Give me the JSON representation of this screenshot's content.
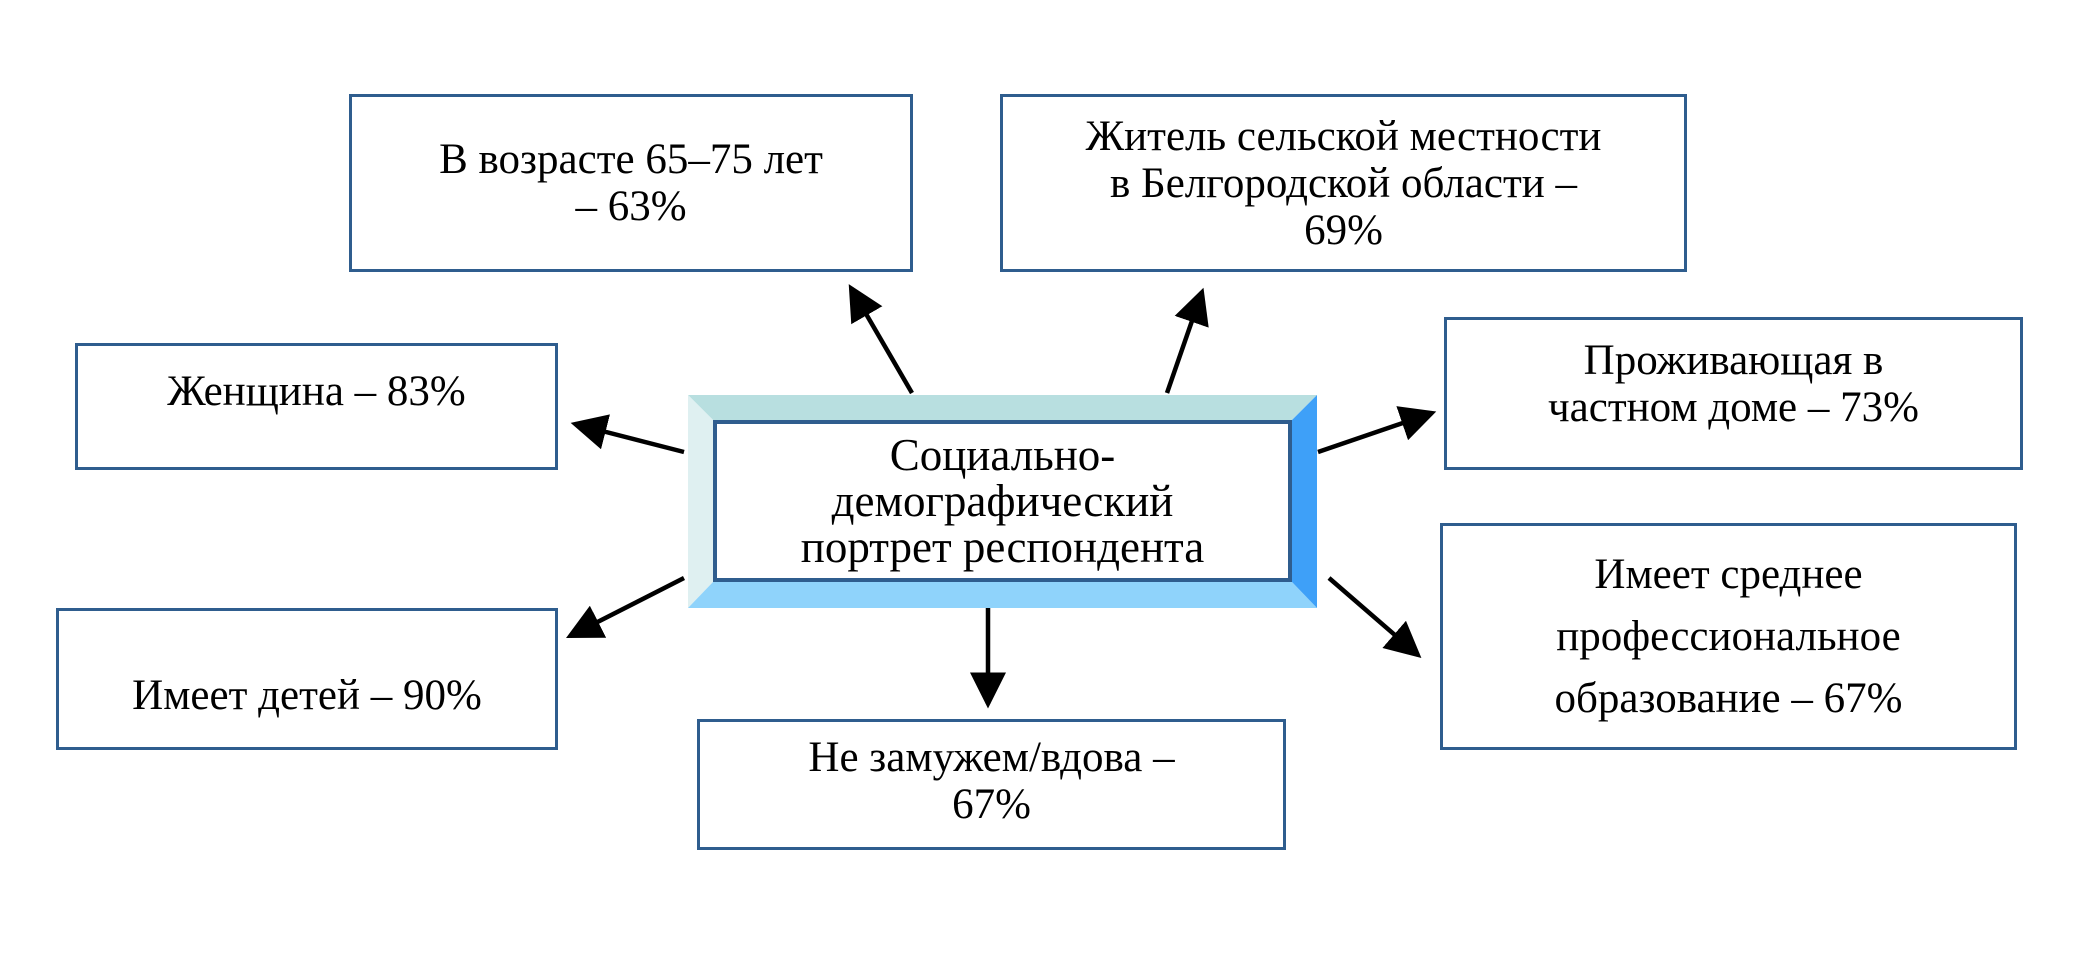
{
  "diagram": {
    "center": {
      "label": "Социально-\nдемографический\nпортрет респондента"
    },
    "nodes": [
      {
        "id": "age",
        "label": "В возрасте 65–75 лет\n– 63%",
        "percent": 63
      },
      {
        "id": "rural",
        "label": "Житель сельской местности\nв Белгородской области –\n69%",
        "percent": 69
      },
      {
        "id": "woman",
        "label": "Женщина – 83%",
        "percent": 83
      },
      {
        "id": "private-house",
        "label": "Проживающая в\nчастном доме – 73%",
        "percent": 73
      },
      {
        "id": "children",
        "label": "Имеет детей  – 90%",
        "percent": 90
      },
      {
        "id": "education",
        "label": "Имеет среднее\nпрофессиональное\nобразование – 67%",
        "percent": 67
      },
      {
        "id": "unmarried",
        "label": "Не замужем/вдова –\n67%",
        "percent": 67
      }
    ],
    "colors": {
      "box_border": "#2f5d8e",
      "bevel_top": "#b8dfe0",
      "bevel_left": "#dff0f1",
      "bevel_bottom": "#8fd3fb",
      "bevel_right": "#3ea0f8",
      "arrow": "#000000"
    }
  }
}
